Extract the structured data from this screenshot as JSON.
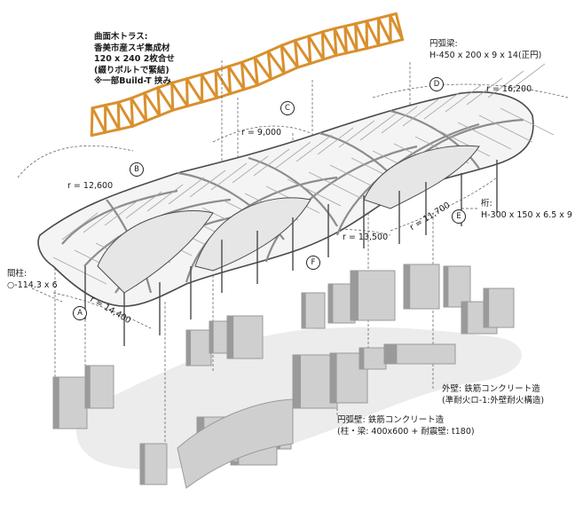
{
  "labels": {
    "timber_truss": [
      "曲面木トラス:",
      "香美市産スギ集成材",
      "120 x 240  2枚合せ",
      "(綴りボルトで緊結)",
      "※一部Build-T 挟み"
    ],
    "arc_beam": [
      "円弧梁:",
      "H-450 x 200 x 9 x 14(正円)"
    ],
    "girder": [
      "桁:",
      "H-300 x 150 x 6.5 x 9"
    ],
    "column": [
      "間柱:",
      "○-114.3 x 6"
    ],
    "exterior_wall": [
      "外壁: 鉄筋コンクリート造",
      "(準耐火ロ-1:外壁耐火構造)"
    ],
    "arc_wall": [
      "円弧壁: 鉄筋コンクリート造",
      "(柱・梁: 400x600 + 耐震壁: t180)"
    ]
  },
  "zones": [
    "A",
    "B",
    "C",
    "D",
    "E",
    "F"
  ],
  "radii": {
    "A": "r = 14,400",
    "B": "r = 12,600",
    "C": "r = 9,000",
    "D": "r = 16,200",
    "E": "r = 11,700",
    "F": "r = 13,500"
  },
  "colors": {
    "timber": "#d9902e",
    "timber_dark": "#8f5a16",
    "steel": "#8c8c8c",
    "steel_dark": "#4a4a4a",
    "wall": "#cfcfcf",
    "wall_dark": "#9a9a9a",
    "ground": "#ececec"
  }
}
